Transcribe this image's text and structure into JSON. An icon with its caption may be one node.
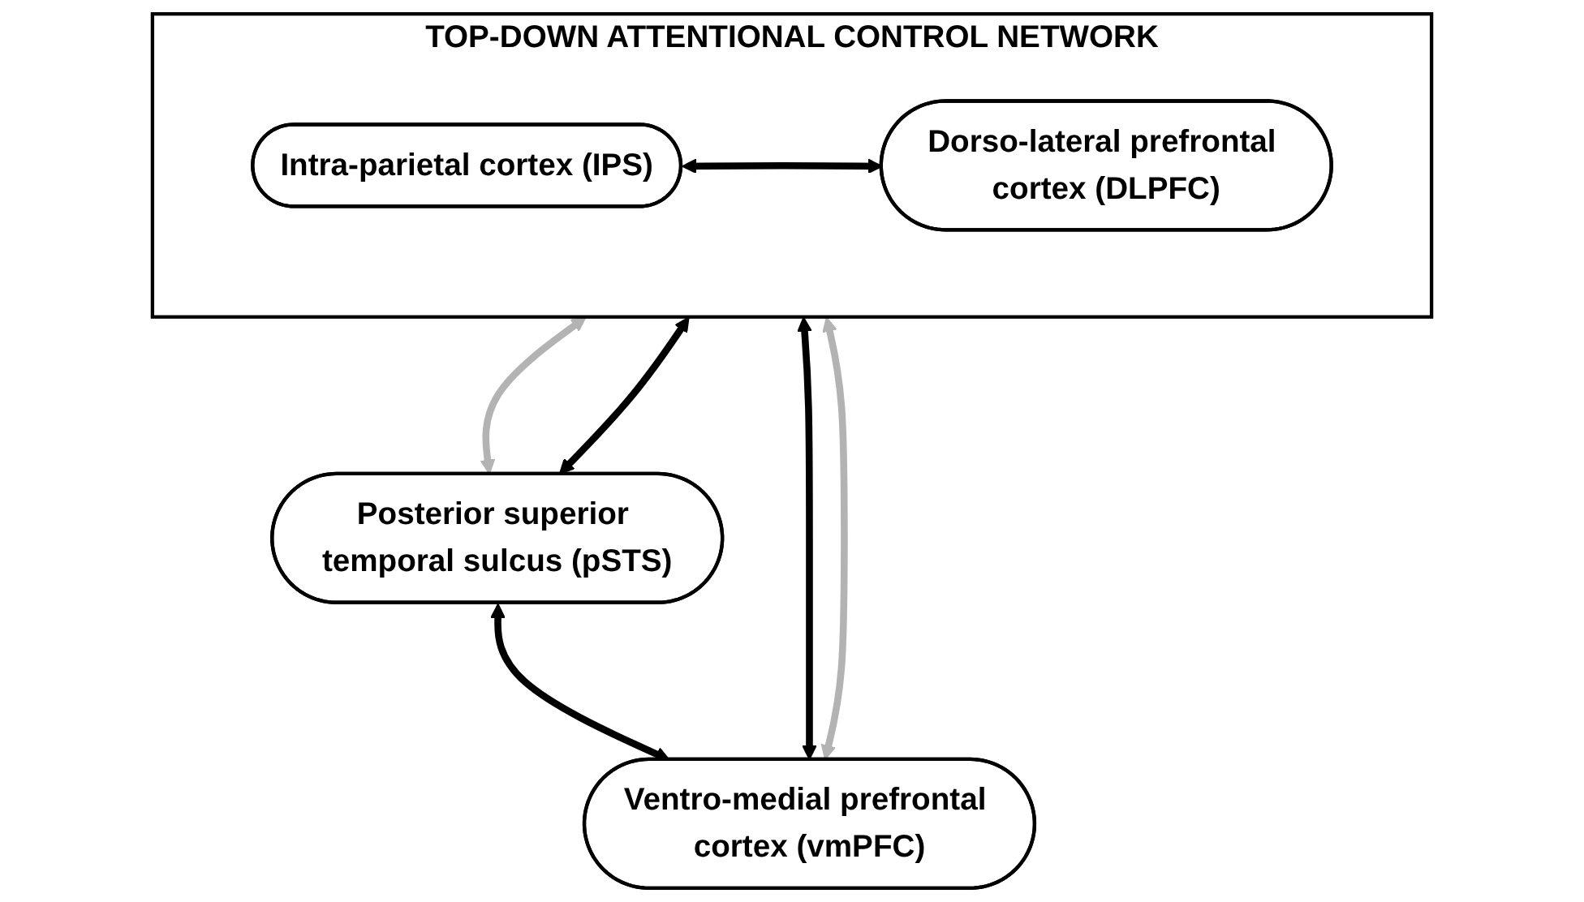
{
  "diagram": {
    "nodes": [
      {
        "text": [
          "TOP-DOWN ATTENTIONAL CONTROL NETWORK"
        ]
      },
      {
        "text": [
          "Intra-parietal cortex (IPS)"
        ],
        "in": 0
      },
      {
        "text": [
          "Dorso-lateral prefrontal cortex (DLPFC)"
        ],
        "in": 0
      },
      {
        "text": [
          "Posterior superior temporal sulcus (pSTS)"
        ]
      },
      {
        "text": [
          "Ventro-medial prefrontal cortex (vmPFC)"
        ]
      }
    ],
    "edges": [
      {
        "from": 1,
        "to": 2,
        "arrow": "both"
      },
      {
        "from": 0,
        "to": 3,
        "arrow": "both",
        "color": "#b3b3b3"
      },
      {
        "from": 0,
        "to": 3,
        "arrow": "both"
      },
      {
        "from": 0,
        "to": 4,
        "arrow": "both"
      },
      {
        "from": 0,
        "to": 4,
        "arrow": "both",
        "color": "#b3b3b3"
      },
      {
        "from": 3,
        "to": 4,
        "arrow": "both"
      }
    ]
  }
}
